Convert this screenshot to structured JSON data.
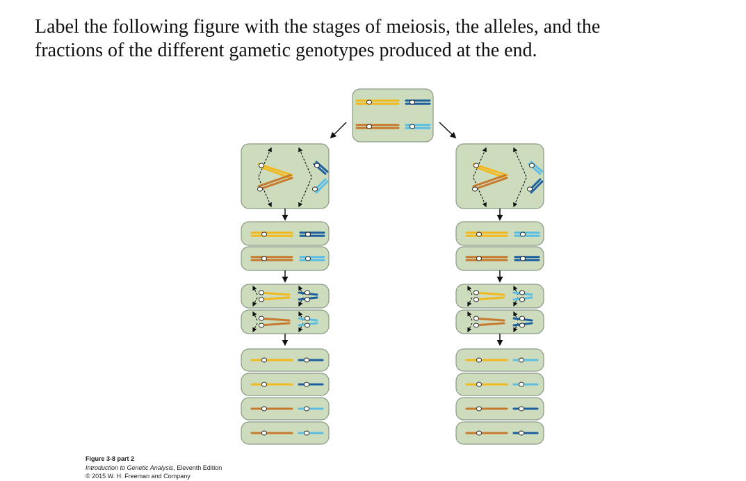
{
  "prompt": {
    "line1": "Label the following figure with the stages of meiosis, the alleles, and the",
    "line2": "fractions of the different gametic genotypes produced at the end."
  },
  "caption": {
    "figure": "Figure 3-8 part 2",
    "book_title": "Introduction to Genetic Analysis",
    "edition": ", Eleventh Edition",
    "copyright": "© 2015 W. H. Freeman and Company"
  },
  "colors": {
    "cell_fill": "#ccdcbd",
    "cell_stroke": "#8a9a86",
    "yellow_chromosome": "#f3b81c",
    "orange_chromosome": "#c77a2e",
    "dark_blue_chromosome": "#1c5e9e",
    "light_blue_chromosome": "#5bbde3"
  }
}
